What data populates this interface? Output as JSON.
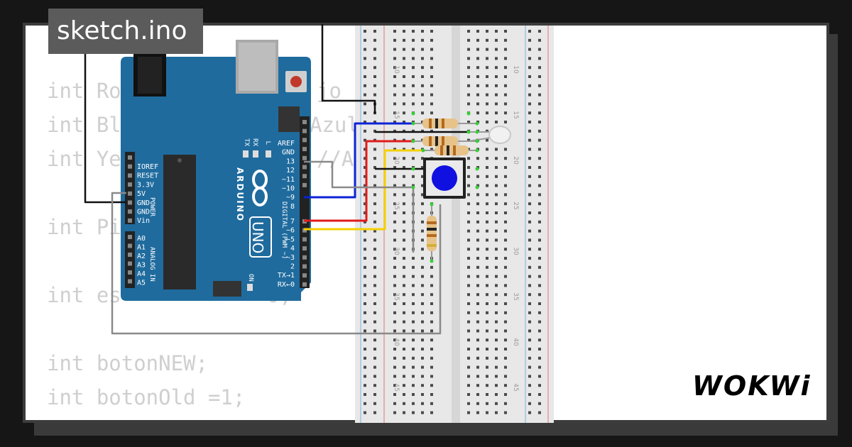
{
  "window": {
    "file_tab": "sketch.ino",
    "brand": "WOKWi"
  },
  "code_lines": [
    "int Ro",
    "int Bl",
    "int Ye",
    "",
    "int Pi",
    "",
    "int es",
    "",
    "int botonNEW;",
    "int botonOld =1;"
  ],
  "code_fragments": {
    "line1_tail": "jo",
    "line2_tail": "Azul",
    "line3_tail": "//Am",
    "line7_tail": "0;"
  },
  "arduino": {
    "brand": "ARDUINO",
    "model": "UNO",
    "tx": "TX",
    "rx": "RX",
    "l": "L",
    "on": "ON",
    "digital_label": "DIGITAL (PWM ~)",
    "power_label": "POWER",
    "analog_label": "ANALOG IN",
    "power_pins": [
      "IOREF",
      "RESET",
      "3.3V",
      "5V",
      "GND",
      "GND",
      "Vin"
    ],
    "analog_pins": [
      "A0",
      "A1",
      "A2",
      "A3",
      "A4",
      "A5"
    ],
    "digital_pins_top": [
      "AREF",
      "GND",
      "13",
      "12",
      "~11",
      "~10",
      "~9",
      "8"
    ],
    "digital_pins_bottom": [
      "7",
      "~6",
      "~5",
      "4",
      "~3",
      "2",
      "TX→1",
      "RX←0"
    ]
  },
  "breadboard": {
    "row_numbers": [
      "10",
      "15",
      "20",
      "25",
      "30",
      "35",
      "40",
      "45"
    ]
  },
  "colors": {
    "board": "#1f6b9e",
    "wire_blue": "#0b23d6",
    "wire_red": "#e01b1b",
    "wire_yellow": "#f5d000",
    "wire_black": "#111111",
    "wire_gray": "#8a8a8a",
    "button_cap": "#1010e0"
  }
}
